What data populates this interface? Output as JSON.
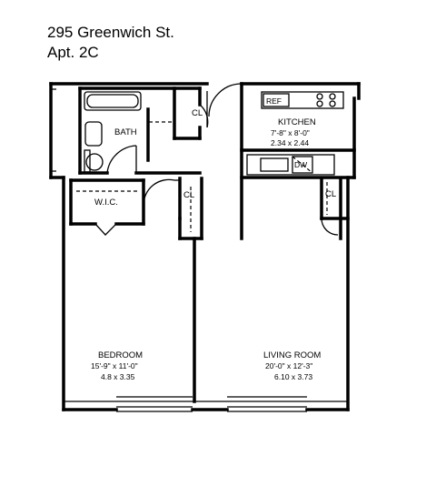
{
  "header": {
    "address": "295 Greenwich St.",
    "unit": "Apt. 2C"
  },
  "rooms": {
    "kitchen": {
      "name": "KITCHEN",
      "dims_imperial": "7'-8\" x 8'-0\"",
      "dims_metric": "2.34 x 2.44"
    },
    "bath": {
      "name": "BATH"
    },
    "wic": {
      "name": "W.I.C."
    },
    "bedroom": {
      "name": "BEDROOM",
      "dims_imperial": "15'-9\" x 11'-0\"",
      "dims_metric": "4.8 x 3.35"
    },
    "living": {
      "name": "LIVING ROOM",
      "dims_imperial": "20'-0\" x 12'-3\"",
      "dims_metric": "6.10 x 3.73"
    }
  },
  "fixtures": {
    "closet_label": "CL",
    "refrigerator": "REF",
    "dishwasher": "DW"
  }
}
